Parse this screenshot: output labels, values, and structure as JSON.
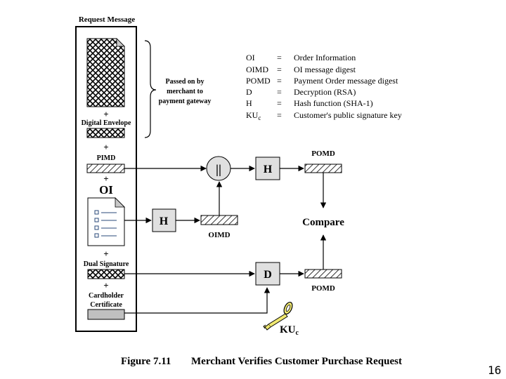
{
  "request_message": {
    "title": "Request Message",
    "plus": "+",
    "digital_envelope_label": "Digital Envelope",
    "pimd_label": "PIMD",
    "oi_label": "OI",
    "dual_signature_label": "Dual Signature",
    "cardholder_label_line1": "Cardholder",
    "cardholder_label_line2": "Certificate"
  },
  "brace_note": {
    "line1": "Passed on by",
    "line2": "merchant to",
    "line3": "payment gateway"
  },
  "legend": [
    {
      "abbr": "OI",
      "sub": "",
      "eq": "=",
      "desc": "Order Information"
    },
    {
      "abbr": "OIMD",
      "sub": "",
      "eq": "=",
      "desc": "OI message digest"
    },
    {
      "abbr": "POMD",
      "sub": "",
      "eq": "=",
      "desc": "Payment Order message digest"
    },
    {
      "abbr": "D",
      "sub": "",
      "eq": "=",
      "desc": "Decryption (RSA)"
    },
    {
      "abbr": "H",
      "sub": "",
      "eq": "=",
      "desc": "Hash function (SHA-1)"
    },
    {
      "abbr": "KU",
      "sub": "c",
      "eq": "=",
      "desc": "Customer's public signature key"
    }
  ],
  "flow": {
    "concat_symbol": "||",
    "hash_top_label": "H",
    "hash_oi_label": "H",
    "decrypt_label": "D",
    "pomd_top_label": "POMD",
    "oimd_label": "OIMD",
    "compare_label": "Compare",
    "pomd_bottom_label": "POMD",
    "key_label": "KU",
    "key_sub": "c"
  },
  "caption": {
    "figure_number": "Figure 7.11",
    "text": "Merchant Verifies Customer Purchase Request"
  },
  "page_number": "16",
  "colors": {
    "box_fill": "#e0e0e0",
    "cert_fill": "#c0c0c0",
    "key_fill": "#f0e870"
  }
}
